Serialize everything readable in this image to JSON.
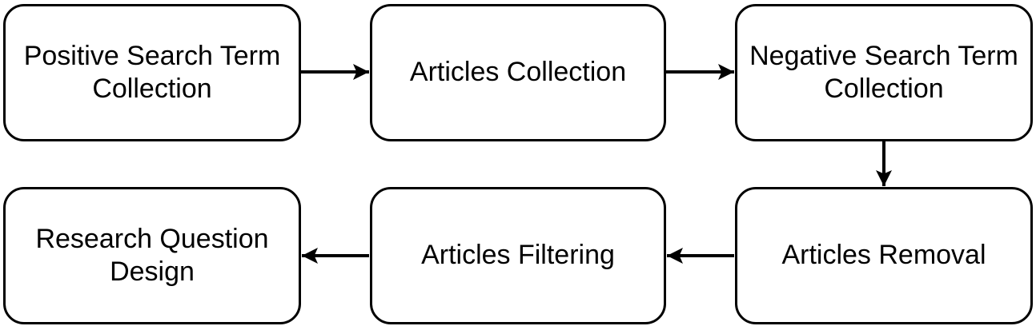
{
  "diagram": {
    "colors": {
      "background": "#ffffff",
      "node_fill": "#ffffff",
      "node_border": "#000000",
      "text": "#000000",
      "arrow": "#000000"
    },
    "nodes": [
      {
        "id": "positive-search-term-collection",
        "label": "Positive Search Term Collection"
      },
      {
        "id": "articles-collection",
        "label": "Articles Collection"
      },
      {
        "id": "negative-search-term-collection",
        "label": "Negative Search Term Collection"
      },
      {
        "id": "articles-removal",
        "label": "Articles Removal"
      },
      {
        "id": "articles-filtering",
        "label": "Articles Filtering"
      },
      {
        "id": "research-question-design",
        "label": "Research Question Design"
      }
    ],
    "edges": [
      {
        "from": "positive-search-term-collection",
        "to": "articles-collection",
        "direction": "right"
      },
      {
        "from": "articles-collection",
        "to": "negative-search-term-collection",
        "direction": "right"
      },
      {
        "from": "negative-search-term-collection",
        "to": "articles-removal",
        "direction": "down"
      },
      {
        "from": "articles-removal",
        "to": "articles-filtering",
        "direction": "left"
      },
      {
        "from": "articles-filtering",
        "to": "research-question-design",
        "direction": "left"
      }
    ]
  }
}
